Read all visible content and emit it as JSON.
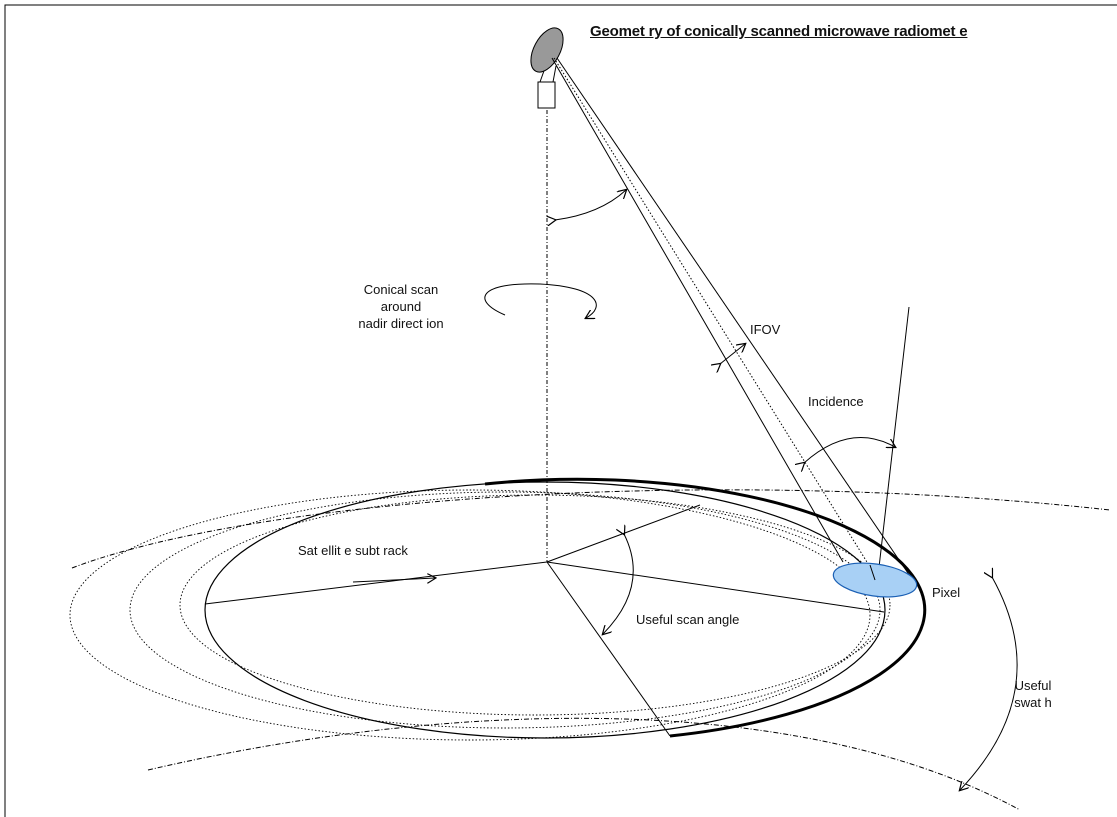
{
  "title": "Geomet ry of conically scanned microwave radiomet e",
  "labels": {
    "conical_scan": [
      "Conical scan",
      "around",
      "nadir direct ion"
    ],
    "ifov": "IFOV",
    "incidence": "Incidence",
    "subtrack": "Sat ellit e subt rack",
    "scan_angle": "Useful scan angle",
    "pixel": "Pixel",
    "swath": [
      "Useful",
      "swat h"
    ]
  },
  "colors": {
    "pixel_fill": "#a8d0f5",
    "pixel_stroke": "#1a5fb4",
    "antenna_fill": "#999999",
    "line": "#000000"
  }
}
